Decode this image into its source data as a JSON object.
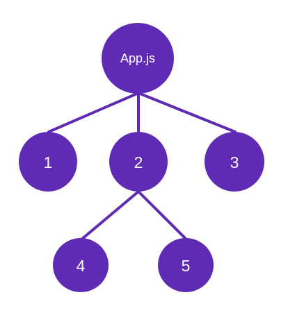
{
  "colors": {
    "node_fill": "#5f2bb5",
    "edge_stroke": "#5f2bb5",
    "label_text": "#ffffff",
    "background": "#ffffff"
  },
  "tree": {
    "root": {
      "id": "root",
      "label": "App.js"
    },
    "children": [
      {
        "id": "c1",
        "label": "1"
      },
      {
        "id": "c2",
        "label": "2"
      },
      {
        "id": "c3",
        "label": "3"
      }
    ],
    "grandchildren": [
      {
        "id": "g4",
        "label": "4",
        "parent": "c2"
      },
      {
        "id": "g5",
        "label": "5",
        "parent": "c2"
      }
    ]
  }
}
